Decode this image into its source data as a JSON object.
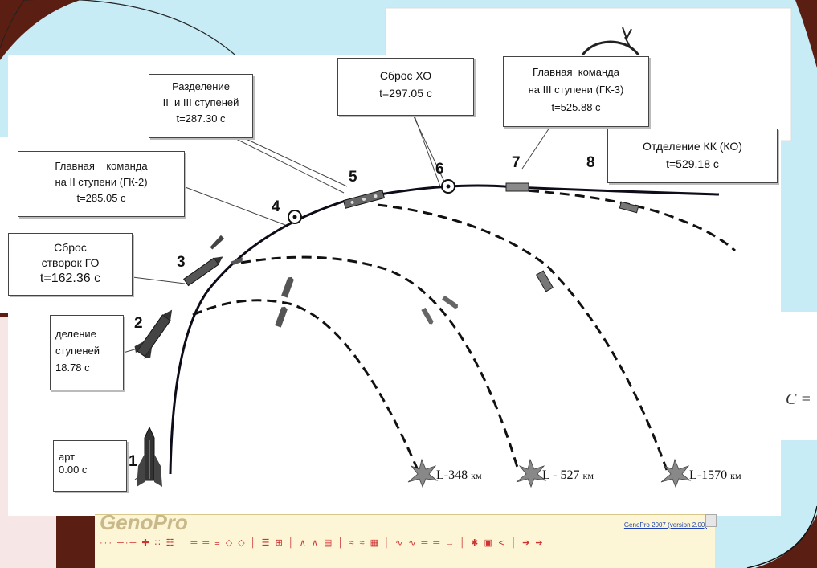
{
  "labels": {
    "start": {
      "line1": "арт",
      "line2": "0.00 с"
    },
    "sep1": {
      "line1": "деление",
      "line2": "ступеней",
      "line3": "18.78 с"
    },
    "fairing": {
      "line1": "Сброс",
      "line2": "створок ГО",
      "line3": "t=162.36 с"
    },
    "gk2": {
      "line1": "Главная    команда",
      "line2": "на II ступени (ГК-2)",
      "line3": "t=285.05 с"
    },
    "sep23": {
      "line1": "Разделение",
      "line2": "II  и III ступеней",
      "line3": "t=287.30 с"
    },
    "xo": {
      "line1": "Сброс ХО",
      "line2": "t=297.05 с"
    },
    "gk3": {
      "line1": "Главная  команда",
      "line2": "на III ступени (ГК-3)",
      "line3": "t=525.88 с"
    },
    "kk": {
      "line1": "Отделение КК (КО)",
      "line2": "t=529.18 с"
    }
  },
  "stage_numbers": [
    "1",
    "2",
    "3",
    "4",
    "5",
    "6",
    "7",
    "8"
  ],
  "distances": [
    {
      "prefix": "L-348",
      "unit": "км"
    },
    {
      "prefix": "L - 527",
      "unit": "км"
    },
    {
      "prefix": "L-1570",
      "unit": "км"
    }
  ],
  "fragment_formula": "C =",
  "toolbar": {
    "logo": "GenoPro",
    "link": "GenoPro 2007 (version 2.00)",
    "symbols": "···  ─·─  ✚  ∷  ☷  │  ═  ═  ≡  ◇  ◇  │  ☰  ⊞  │  ∧  ∧  ▤  │  ≈  ≈  ▦  │  ∿  ∿  ═  ═  →  │  ✱  ▣  ⊲  │  ➔  ➔"
  },
  "colors": {
    "background": "#c8ecf6",
    "dark_red": "#5a1e12",
    "line": "#111111",
    "toolbar": "#fdf6d6"
  }
}
